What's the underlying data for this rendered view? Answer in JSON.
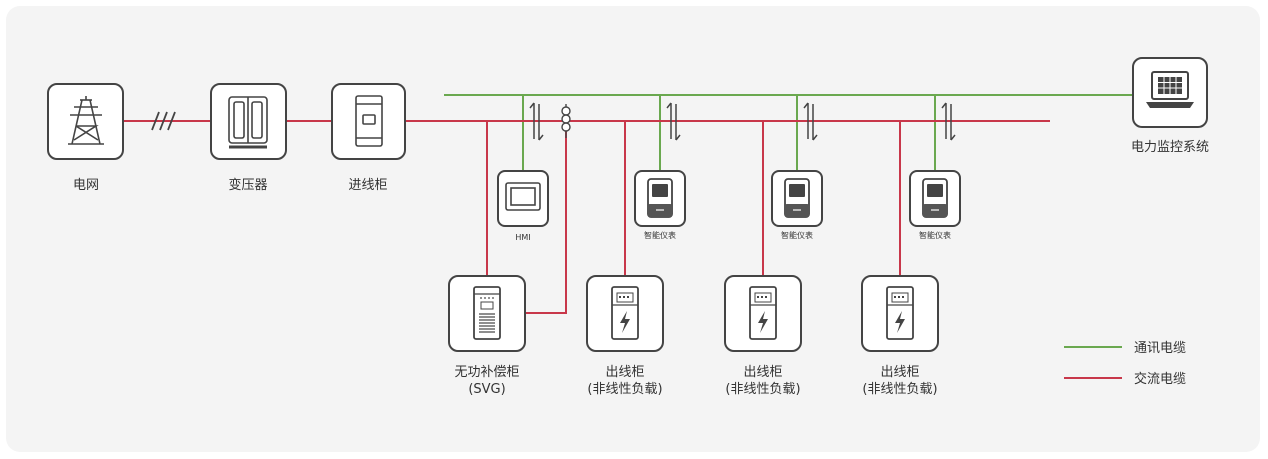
{
  "colors": {
    "panel_bg": "#f4f4f4",
    "comm_cable": "#6aa84f",
    "ac_cable": "#c8374a",
    "icon_stroke": "#444444"
  },
  "nodes": {
    "grid": {
      "label": "电网",
      "icon": "power-tower-icon"
    },
    "transformer": {
      "label": "变压器",
      "icon": "transformer-icon"
    },
    "incoming_cabinet": {
      "label": "进线柜",
      "icon": "cabinet-icon"
    },
    "monitoring_system": {
      "label": "电力监控系统",
      "icon": "laptop-icon"
    },
    "hmi": {
      "label": "HMI",
      "icon": "screen-icon"
    },
    "svg_cabinet": {
      "label_line1": "无功补偿柜",
      "label_line2": "(SVG)",
      "icon": "svg-cabinet-icon"
    },
    "meters": [
      {
        "label": "智能仪表",
        "icon": "meter-icon"
      },
      {
        "label": "智能仪表",
        "icon": "meter-icon"
      },
      {
        "label": "智能仪表",
        "icon": "meter-icon"
      }
    ],
    "outgoing_cabinets": [
      {
        "label_line1": "出线柜",
        "label_line2": "(非线性负载)",
        "icon": "charger-cabinet-icon"
      },
      {
        "label_line1": "出线柜",
        "label_line2": "(非线性负载)",
        "icon": "charger-cabinet-icon"
      },
      {
        "label_line1": "出线柜",
        "label_line2": "(非线性负载)",
        "icon": "charger-cabinet-icon"
      }
    ]
  },
  "legend": {
    "comm_cable": "通讯电缆",
    "ac_cable": "交流电缆"
  }
}
